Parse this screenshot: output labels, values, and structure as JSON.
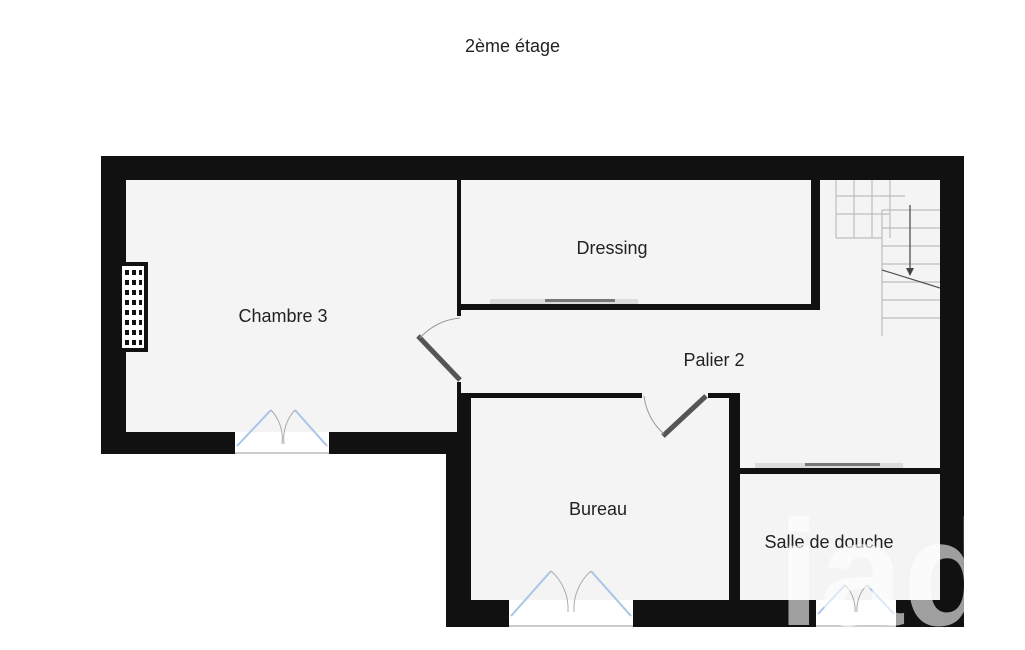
{
  "title": "2ème étage",
  "rooms": [
    {
      "id": "chambre-3",
      "label": "Chambre 3"
    },
    {
      "id": "dressing",
      "label": "Dressing"
    },
    {
      "id": "palier-2",
      "label": "Palier 2"
    },
    {
      "id": "bureau",
      "label": "Bureau"
    },
    {
      "id": "salle-de-douche",
      "label": "Salle de douche"
    }
  ],
  "watermark": "iad",
  "colors": {
    "wall": "#111111",
    "floor": "#f4f4f4",
    "window": "#a9c4e8",
    "watermark": "#ffffff"
  }
}
